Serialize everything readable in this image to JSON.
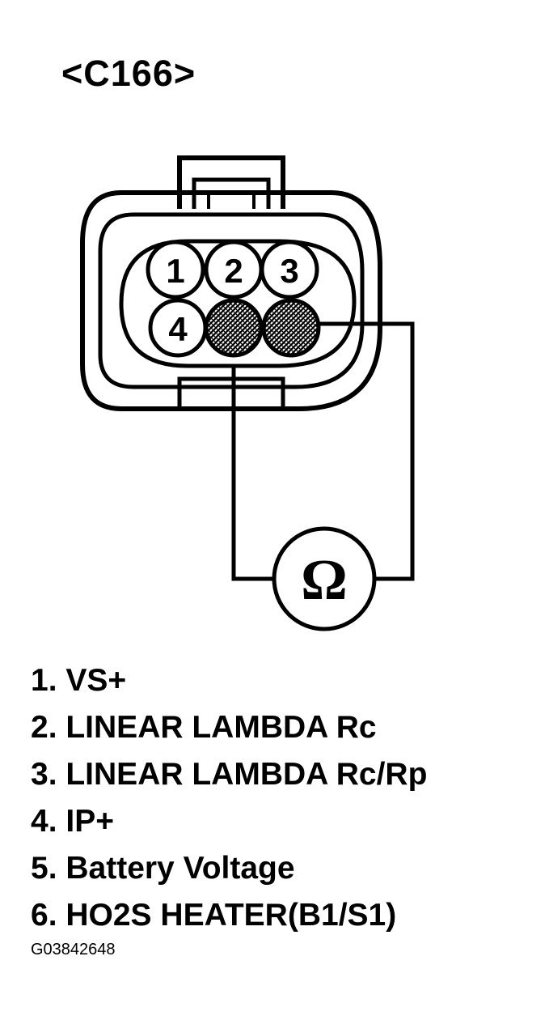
{
  "connector": {
    "code": "<C166>",
    "pins_top_row": [
      "1",
      "2",
      "3"
    ],
    "pins_bottom_row": [
      "4"
    ]
  },
  "meter": {
    "symbol": "Ω"
  },
  "legend": [
    "1. VS+",
    "2. LINEAR LAMBDA Rc",
    "3. LINEAR LAMBDA Rc/Rp",
    "4. IP+",
    "5. Battery Voltage",
    "6. HO2S HEATER(B1/S1)"
  ],
  "figure_id": "G03842648"
}
